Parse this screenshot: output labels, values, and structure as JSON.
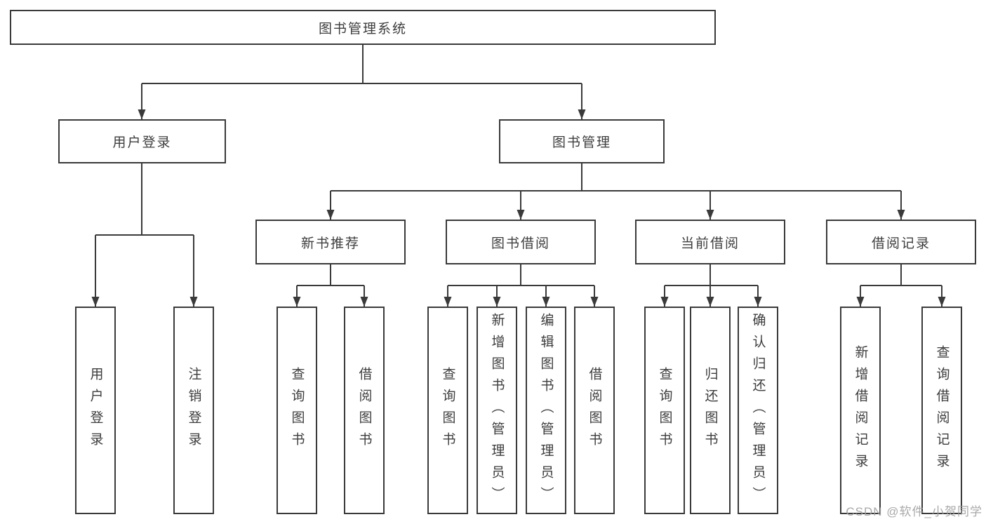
{
  "nodes": {
    "root": {
      "label": "图书管理系统"
    },
    "user_login": {
      "label": "用户登录",
      "children": {
        "login": {
          "label": "用户登录"
        },
        "logout": {
          "label": "注销登录"
        }
      }
    },
    "book_mgmt": {
      "label": "图书管理",
      "children": {
        "new_book_rec": {
          "label": "新书推荐",
          "children": {
            "query_book": {
              "label": "查询图书"
            },
            "borrow_book": {
              "label": "借阅图书"
            }
          }
        },
        "book_borrow": {
          "label": "图书借阅",
          "children": {
            "query_book": {
              "label": "查询图书"
            },
            "add_book": {
              "label": "新增图书（管理员）"
            },
            "edit_book": {
              "label": "编辑图书（管理员）"
            },
            "borrow_book": {
              "label": "借阅图书"
            }
          }
        },
        "current_borrow": {
          "label": "当前借阅",
          "children": {
            "query_book": {
              "label": "查询图书"
            },
            "return_book": {
              "label": "归还图书"
            },
            "confirm_return": {
              "label": "确认归还（管理员）"
            }
          }
        },
        "borrow_records": {
          "label": "借阅记录",
          "children": {
            "add_record": {
              "label": "新增借阅记录"
            },
            "query_record": {
              "label": "查询借阅记录"
            }
          }
        }
      }
    }
  },
  "watermark": "CSDN @软件_小贺同学",
  "colors": {
    "line": "#3a3a3a",
    "box_border": "#3a3a3a",
    "text": "#3d3d3d",
    "background": "#ffffff",
    "watermark": "#a2a2a2"
  }
}
